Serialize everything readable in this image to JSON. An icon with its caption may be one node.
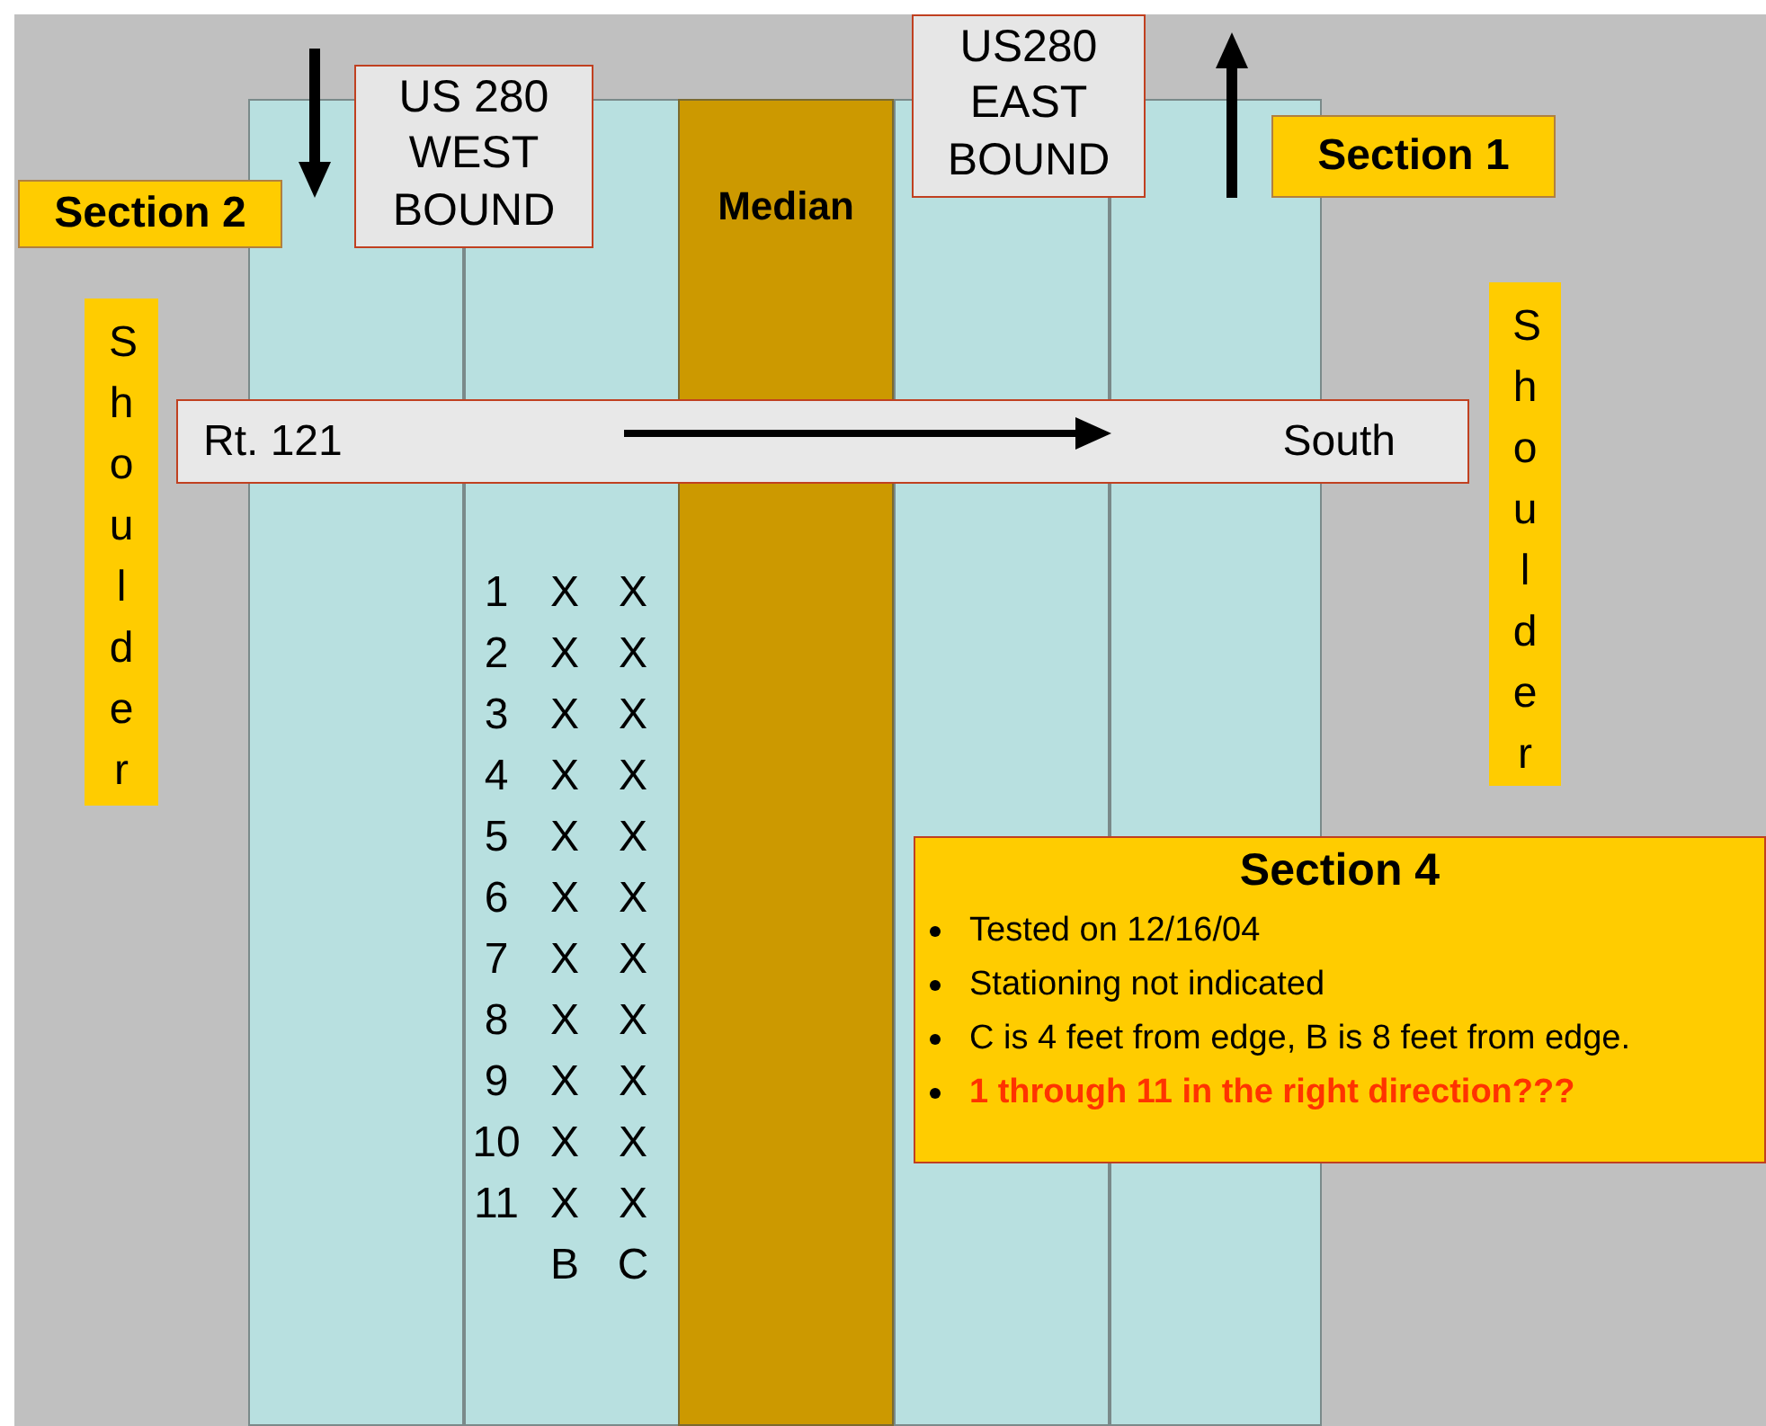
{
  "diagram": {
    "nodes": [
      {
        "text": [],
        "shape": "bar"
      },
      {
        "text": [],
        "shape": "bar"
      },
      {
        "text": [
          "Median"
        ]
      },
      {
        "text": [],
        "shape": "bar"
      },
      {
        "text": [],
        "shape": "bar"
      },
      {
        "text": [
          "US280 EAST BOUND"
        ]
      },
      {
        "text": [
          "US 280 WEST BOUND"
        ]
      },
      {
        "text": [
          "Section 1"
        ]
      },
      {
        "text": [
          "Section 2"
        ]
      },
      {
        "text": [
          "Shoulder"
        ]
      },
      {
        "text": [
          "Shoulder"
        ]
      },
      {
        "text": [
          "Rt. 121",
          "South"
        ]
      },
      {
        "text": [
          "Section 4",
          "Tested on 12/16/04",
          "Stationing not indicated",
          "C is 4 feet from edge, B is 8 feet from edge.",
          "1 through 11 in the right direction???"
        ]
      }
    ],
    "edges": [],
    "labels": [
      "1",
      "X",
      "X",
      "2",
      "X",
      "X",
      "3",
      "X",
      "X",
      "4",
      "X",
      "X",
      "5",
      "X",
      "X",
      "6",
      "X",
      "X",
      "7",
      "X",
      "X",
      "8",
      "X",
      "X",
      "9",
      "X",
      "X",
      "10",
      "X",
      "X",
      "11",
      "X",
      "X",
      "B",
      "C"
    ]
  }
}
